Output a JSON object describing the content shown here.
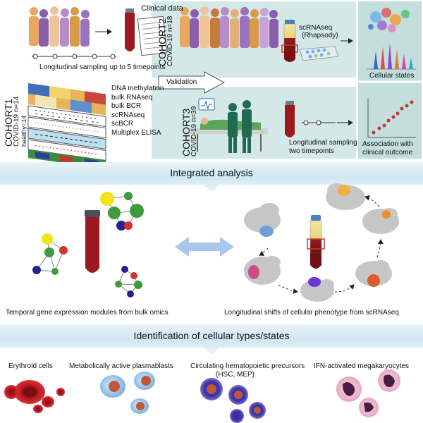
{
  "cohort1": {
    "title": "COHORT1",
    "covid": "COVID-19 n=14",
    "healthy": "healthy=14",
    "clinical_label": "Clinical data",
    "sampling_label": "Longitudinal sampling up to 5 timepoints",
    "omics": [
      "DNA methylation",
      "bulk RNAseq",
      "bulk BCR",
      "scRNAseq",
      "scBCR",
      "Multiplex ELISA"
    ]
  },
  "validation_label": "Validation",
  "cohort2": {
    "title": "COHORT2",
    "count": "COVID-19 n=18",
    "assay_line1": "scRNAseq",
    "assay_line2": "(Rhapsody)",
    "result": "Cellular states"
  },
  "cohort3": {
    "title": "COHORT3",
    "count": "COVID-19 n=39",
    "sampling_line1": "Longitudinal sampling",
    "sampling_line2": "two timepoints",
    "result_line1": "Association with",
    "result_line2": "clinical outcome"
  },
  "integrated": {
    "title": "Integrated analysis",
    "left_caption": "Temporal gene expression modules from bulk omics",
    "right_caption": "Longitudinal shifts of cellular phenotype from scRNAseq"
  },
  "identification": {
    "title": "Identification of cellular types/states",
    "cells": [
      {
        "line1": "Erythroid cells",
        "line2": ""
      },
      {
        "line1": "Metabolically active plasmablasts",
        "line2": ""
      },
      {
        "line1": "Circulating hematopoietic precursors",
        "line2": "(HSC, MEP)"
      },
      {
        "line1": "IFN-activated megakaryocytes",
        "line2": ""
      }
    ]
  },
  "colors": {
    "panel_teal": "#d4e8e8",
    "band_blue": "#cfe6f2",
    "blood_red": "#9c1a1f",
    "arrow_blue": "#a9c7ec",
    "node_yellow": "#f2e21a",
    "node_green": "#3e9a3e",
    "node_red": "#d4312b",
    "node_blue": "#23238c"
  }
}
